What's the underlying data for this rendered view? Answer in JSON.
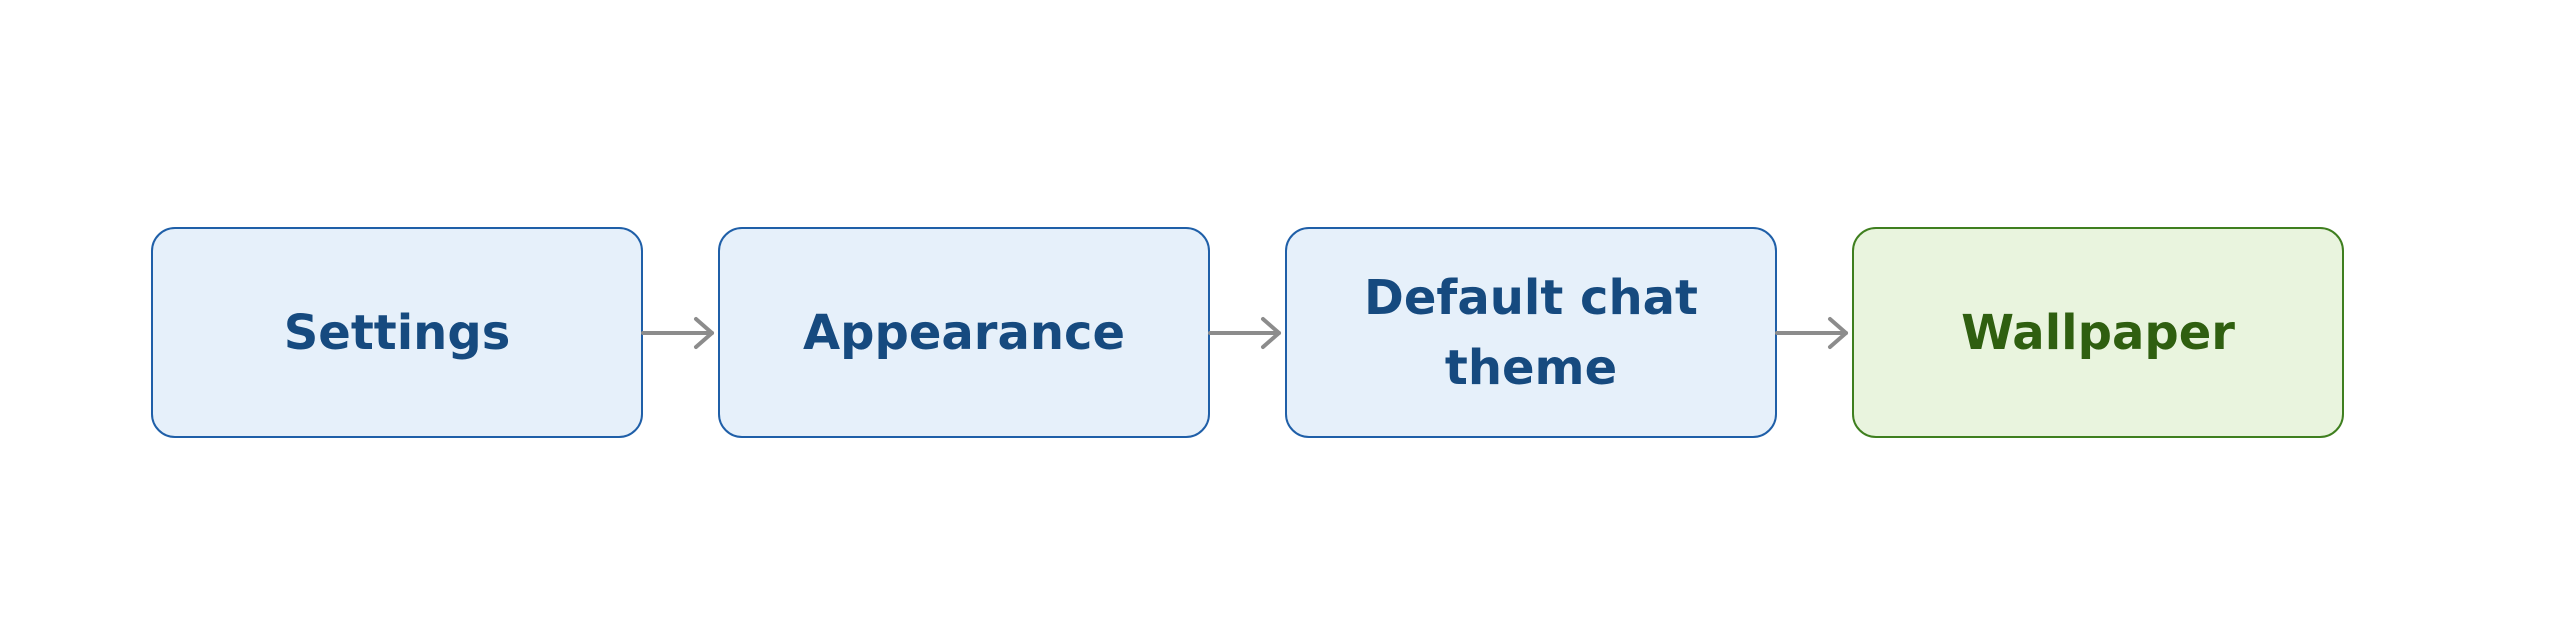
{
  "diagram": {
    "steps": [
      {
        "label": "Settings"
      },
      {
        "label": "Appearance"
      },
      {
        "label": "Default chat\ntheme"
      },
      {
        "label": "Wallpaper"
      }
    ],
    "colors": {
      "step_fill": "#e6f0fa",
      "step_border": "#1f5fa8",
      "step_text": "#164a7f",
      "final_fill": "#e9f4de",
      "final_border": "#3f7f1f",
      "final_text": "#2f5f10",
      "arrow": "#8c8c8c"
    }
  }
}
